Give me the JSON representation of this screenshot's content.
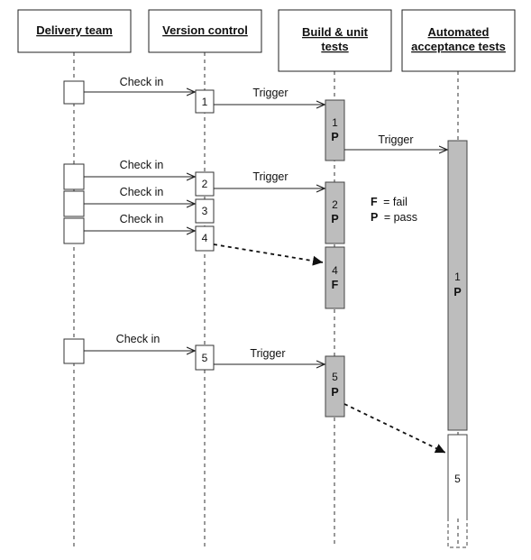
{
  "actors": [
    {
      "id": "delivery",
      "label": "Delivery team"
    },
    {
      "id": "vc",
      "label": "Version control"
    },
    {
      "id": "build",
      "label": "Build & unit tests"
    },
    {
      "id": "acceptance",
      "label": "Automated acceptance tests"
    }
  ],
  "messages": {
    "check_in": "Check in",
    "trigger": "Trigger"
  },
  "commits": [
    "1",
    "2",
    "3",
    "4",
    "5"
  ],
  "builds": [
    {
      "num": "1",
      "result": "P"
    },
    {
      "num": "2",
      "result": "P"
    },
    {
      "num": "4",
      "result": "F"
    },
    {
      "num": "5",
      "result": "P"
    }
  ],
  "acceptance_runs": [
    {
      "num": "1",
      "result": "P"
    },
    {
      "num": "5",
      "result": ""
    }
  ],
  "legend": [
    {
      "key": "F",
      "text": "= fail"
    },
    {
      "key": "P",
      "text": "= pass"
    }
  ],
  "colors": {
    "running_box": "#bdbdbd",
    "box_border": "#444444",
    "line": "#222222"
  }
}
